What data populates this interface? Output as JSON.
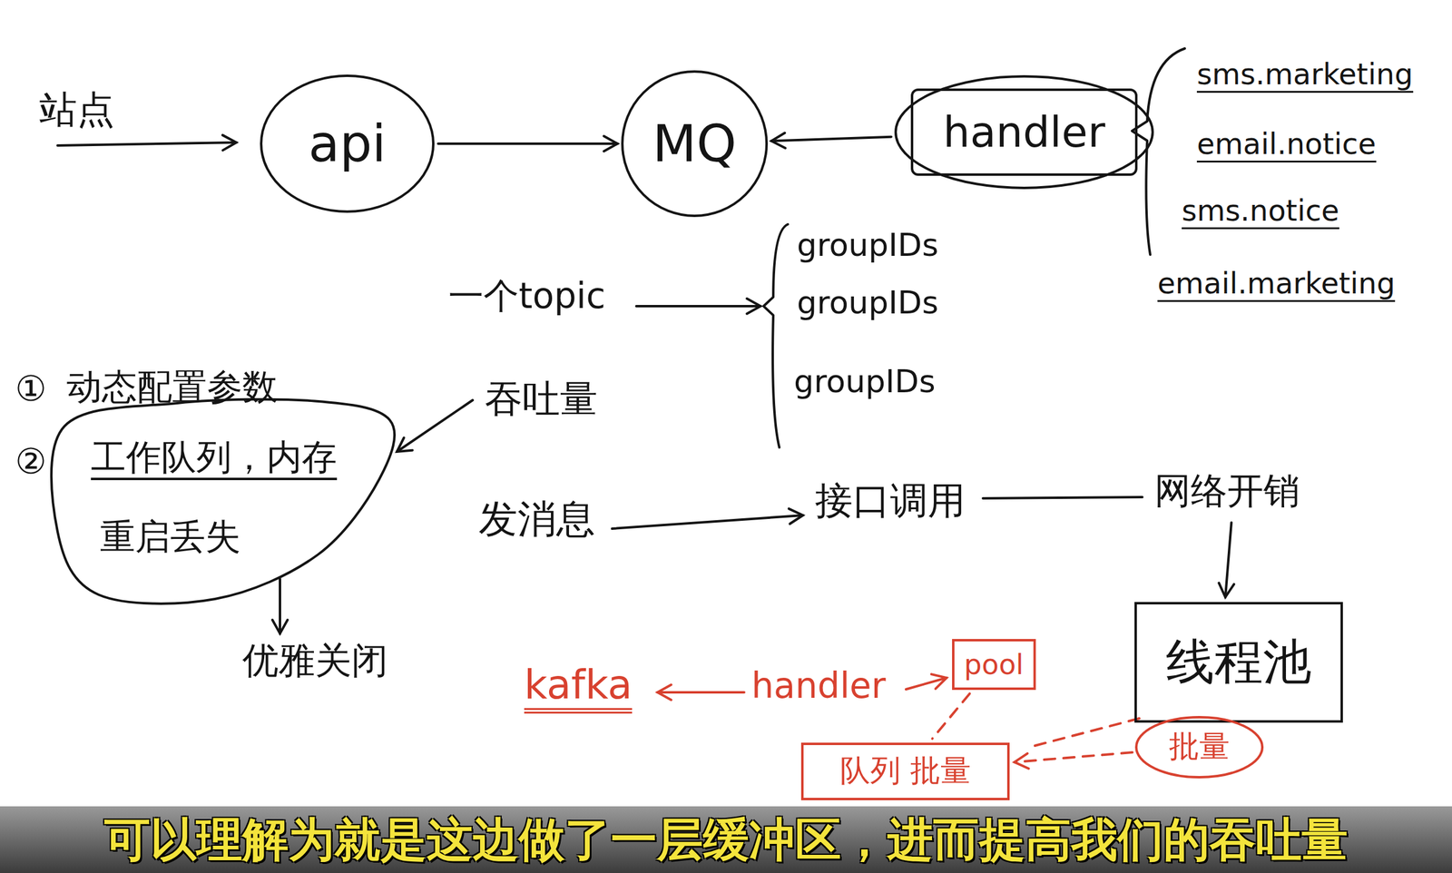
{
  "diagram": {
    "caption": "可以理解为就是这边做了一层缓冲区，进而提高我们的吞吐量",
    "nodes": [
      {
        "text": [
          "api"
        ]
      },
      {
        "text": [
          "MQ"
        ]
      },
      {
        "text": [
          "handler"
        ]
      },
      {
        "text": [
          "工作队列，内存",
          "重启丢失"
        ]
      },
      {
        "text": [
          "线程池"
        ]
      },
      {
        "text": [
          "pool"
        ]
      },
      {
        "text": [
          "队列 批量"
        ]
      },
      {
        "text": [
          "批量"
        ]
      }
    ],
    "edges": [
      {
        "from": 0,
        "to": 1,
        "arrow": "to"
      },
      {
        "from": 2,
        "to": 1,
        "arrow": "to"
      },
      {
        "from": 5,
        "to": 6,
        "arrow": "none"
      },
      {
        "from": 7,
        "to": 6,
        "arrow": "to"
      }
    ],
    "labels": [
      "站点",
      "sms.marketing",
      "email.notice",
      "sms.notice",
      "email.marketing",
      "一个topic",
      "groupIDs",
      "groupIDs",
      "groupIDs",
      "①",
      "动态配置参数",
      "②",
      "吞吐量",
      "优雅关闭",
      "发消息",
      "接口调用",
      "网络开销",
      "kafka",
      "handler"
    ]
  }
}
